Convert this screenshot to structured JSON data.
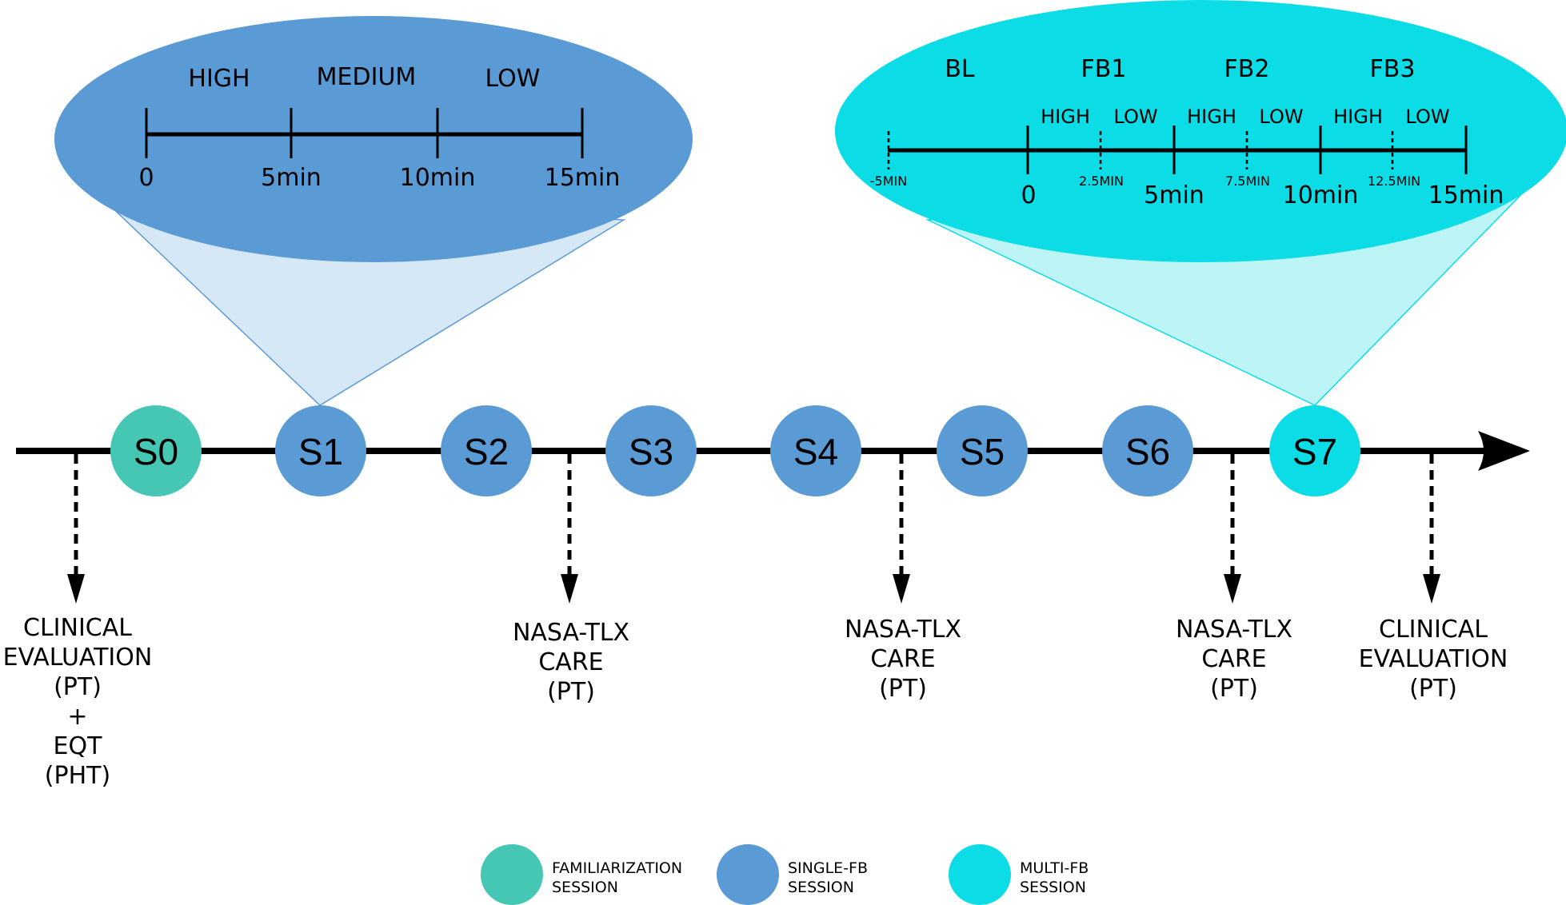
{
  "colors": {
    "familiarization": "#45c7b4",
    "single_fb": "#5b9bd5",
    "multi_fb": "#0bdce6",
    "single_fb_cone": "#d6e7f6",
    "multi_fb_cone": "#bdf5f7",
    "line": "#000000"
  },
  "sessions": [
    {
      "id": "S0",
      "type": "familiarization"
    },
    {
      "id": "S1",
      "type": "single_fb"
    },
    {
      "id": "S2",
      "type": "single_fb"
    },
    {
      "id": "S3",
      "type": "single_fb"
    },
    {
      "id": "S4",
      "type": "single_fb"
    },
    {
      "id": "S5",
      "type": "single_fb"
    },
    {
      "id": "S6",
      "type": "single_fb"
    },
    {
      "id": "S7",
      "type": "multi_fb"
    }
  ],
  "assessments": [
    {
      "lines": [
        "CLINICAL",
        "EVALUATION",
        "(PT)",
        "+",
        "EQT",
        "(PHT)"
      ]
    },
    {
      "lines": [
        "NASA-TLX",
        "CARE",
        "(PT)"
      ]
    },
    {
      "lines": [
        "NASA-TLX",
        "CARE",
        "(PT)"
      ]
    },
    {
      "lines": [
        "NASA-TLX",
        "CARE",
        "(PT)"
      ]
    },
    {
      "lines": [
        "CLINICAL",
        "EVALUATION",
        "(PT)"
      ]
    }
  ],
  "single_fb_detail": {
    "phases": [
      "HIGH",
      "MEDIUM",
      "LOW"
    ],
    "ticks": [
      "0",
      "5min",
      "10min",
      "15min"
    ]
  },
  "multi_fb_detail": {
    "blocks": [
      "BL",
      "FB1",
      "FB2",
      "FB3"
    ],
    "sub_phases": [
      "HIGH",
      "LOW",
      "HIGH",
      "LOW",
      "HIGH",
      "LOW"
    ],
    "major_ticks": [
      "0",
      "5min",
      "10min",
      "15min"
    ],
    "minor_ticks": [
      "-5MIN",
      "2.5MIN",
      "7.5MIN",
      "12.5MIN"
    ]
  },
  "legend": [
    {
      "type": "familiarization",
      "lines": [
        "FAMILIARIZATION",
        "SESSION"
      ]
    },
    {
      "type": "single_fb",
      "lines": [
        "SINGLE-FB",
        "SESSION"
      ]
    },
    {
      "type": "multi_fb",
      "lines": [
        "MULTI-FB",
        "SESSION"
      ]
    }
  ]
}
